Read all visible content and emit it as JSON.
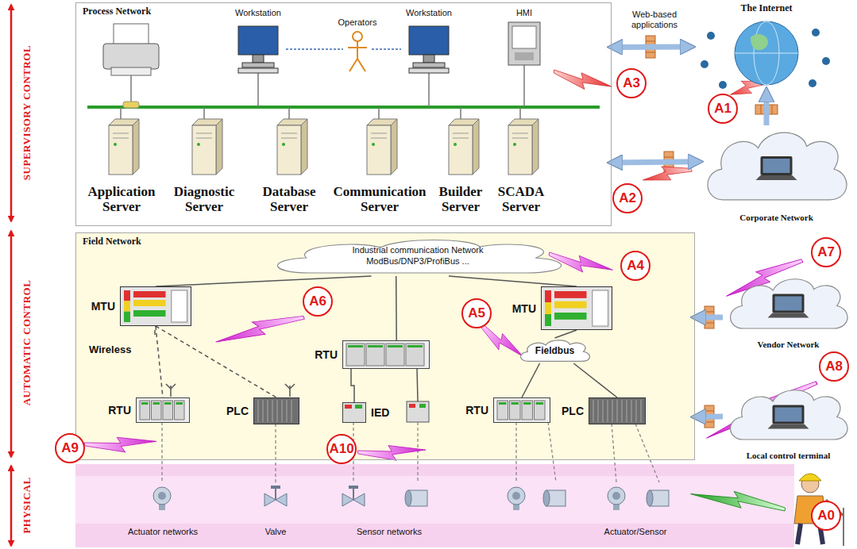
{
  "diagram": {
    "nodes": [
      {
        "text": [
          "Process Network"
        ]
      },
      {
        "text": [
          "Field Network"
        ]
      },
      {
        "text": [
          "Industrial communication Network ModBus/DNP3/ProfiBus ..."
        ],
        "in": 1
      },
      {
        "text": [
          "MTU"
        ],
        "in": 1
      },
      {
        "text": [
          "RTU"
        ],
        "in": 1
      },
      {
        "text": [
          "MTU"
        ],
        "in": 1
      },
      {
        "text": [
          "Fieldbus"
        ],
        "in": 1
      },
      {
        "text": [
          "RTU"
        ],
        "in": 1
      },
      {
        "text": [
          "PLC"
        ],
        "in": 1
      },
      {
        "text": [
          "IED"
        ],
        "in": 1
      },
      {
        "text": [
          "RTU"
        ],
        "in": 1
      },
      {
        "text": [
          "PLC"
        ],
        "in": 1
      },
      {
        "text": [
          "The Internet"
        ]
      },
      {
        "text": [
          "Corporate Network"
        ]
      },
      {
        "text": [
          "Vendor Network"
        ]
      },
      {
        "text": [
          "Local control terminal"
        ]
      }
    ],
    "edges": [
      {
        "from": 0,
        "to": 12,
        "arrow": "both"
      },
      {
        "from": 0,
        "to": 13,
        "arrow": "both"
      },
      {
        "from": 13,
        "to": 12,
        "arrow": "to"
      },
      {
        "from": 14,
        "to": 1,
        "arrow": "to"
      },
      {
        "from": 15,
        "to": 1,
        "arrow": "to"
      },
      {
        "from": 2,
        "to": 3,
        "arrow": "none"
      },
      {
        "from": 2,
        "to": 4,
        "arrow": "none"
      },
      {
        "from": 2,
        "to": 5,
        "arrow": "none"
      },
      {
        "from": 3,
        "to": 7,
        "arrow": "none"
      },
      {
        "from": 3,
        "to": 8,
        "arrow": "none"
      },
      {
        "from": 4,
        "to": 9,
        "arrow": "none"
      },
      {
        "from": 5,
        "to": 6,
        "arrow": "none"
      },
      {
        "from": 6,
        "to": 10,
        "arrow": "none"
      },
      {
        "from": 6,
        "to": 11,
        "arrow": "none"
      }
    ],
    "labels": [
      "SUPERVISORY CONTROL",
      "AUTOMATIC CONTROL",
      "PHYSICAL",
      "Workstation",
      "Operators",
      "Workstation",
      "HMI",
      "Web-based applications",
      "Application Server",
      "Diagnostic Server",
      "Database Server",
      "Communication Server",
      "Builder Server",
      "SCADA Server",
      "Wireless",
      "Actuator networks",
      "Valve",
      "Sensor networks",
      "Actuator/Sensor",
      "A3",
      "A1",
      "A2",
      "A7",
      "A4",
      "A5",
      "A6",
      "A8",
      "A9",
      "A10",
      "A0"
    ]
  }
}
